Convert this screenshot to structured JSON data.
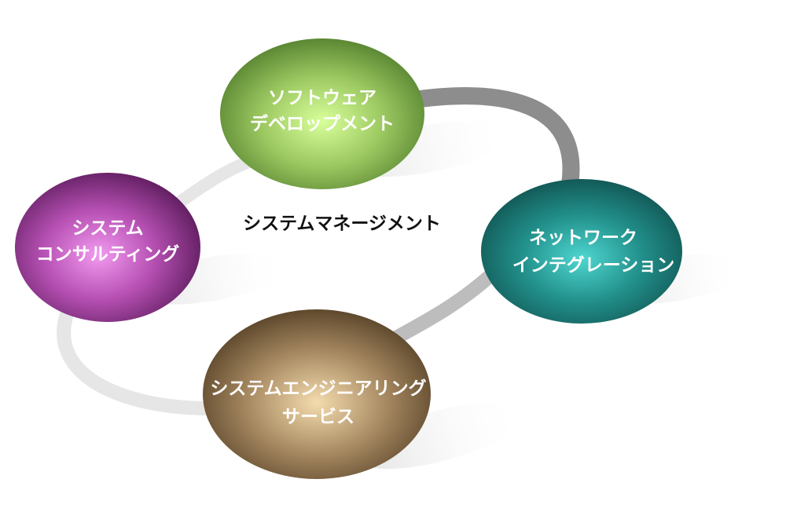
{
  "title": "システムマネージメント",
  "nodes": [
    {
      "id": "software",
      "line1": "ソフトウェア",
      "line2": "デベロップメント",
      "color": "#7aa84a"
    },
    {
      "id": "consulting",
      "line1": "システム",
      "line2": "コンサルティング",
      "color": "#8e2f8c"
    },
    {
      "id": "network",
      "line1": "ネットワーク",
      "line2": "インテグレーション",
      "color": "#1f8a86"
    },
    {
      "id": "engineering",
      "line1": "システムエンジニアリング",
      "line2": "サービス",
      "color": "#8a7050"
    }
  ]
}
